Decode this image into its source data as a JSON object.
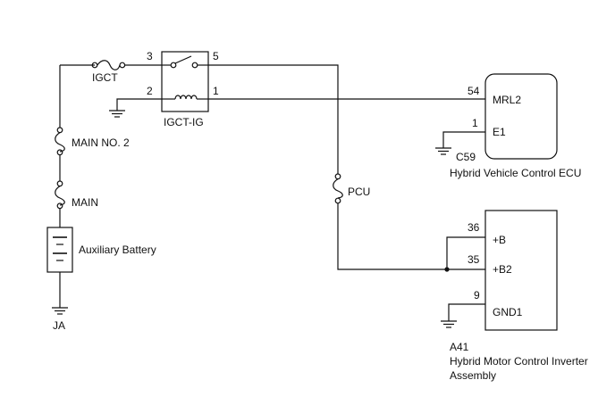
{
  "fuses": {
    "igct": "IGCT",
    "main_no2": "MAIN NO. 2",
    "main": "MAIN",
    "pcu": "PCU"
  },
  "battery": {
    "label": "Auxiliary Battery"
  },
  "ground_ja": "JA",
  "relay": {
    "name": "IGCT-IG",
    "pin_3": "3",
    "pin_5": "5",
    "pin_2": "2",
    "pin_1": "1"
  },
  "ecu": {
    "connector": "C59",
    "name": "Hybrid Vehicle Control ECU",
    "pin_mrl2_num": "54",
    "pin_mrl2": "MRL2",
    "pin_e1_num": "1",
    "pin_e1": "E1"
  },
  "inverter": {
    "connector": "A41",
    "name_line1": "Hybrid Motor Control Inverter",
    "name_line2": "Assembly",
    "pin_b_num": "36",
    "pin_b": "+B",
    "pin_b2_num": "35",
    "pin_b2": "+B2",
    "pin_gnd_num": "9",
    "pin_gnd": "GND1"
  }
}
